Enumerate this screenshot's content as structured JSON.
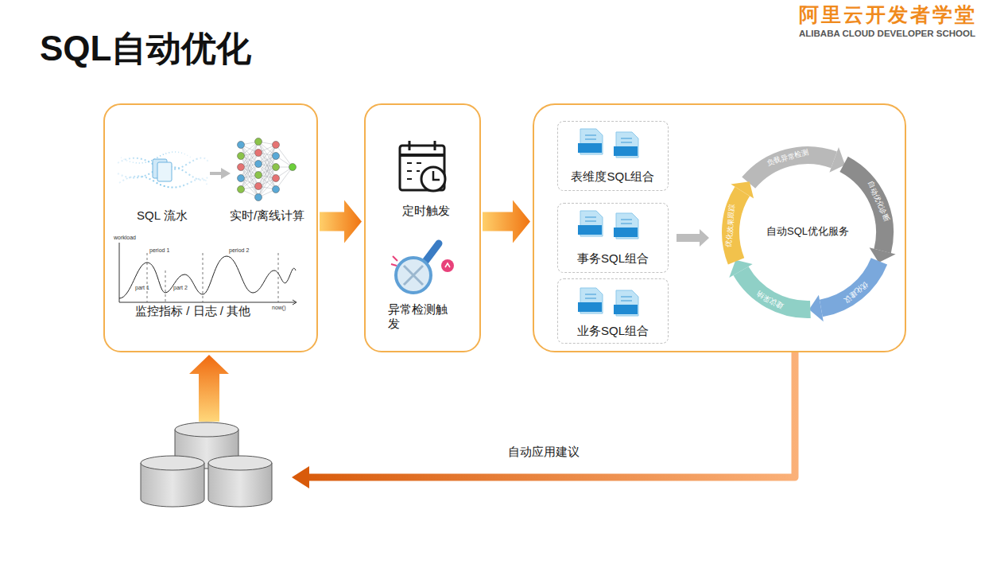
{
  "diagram": {
    "title": "SQL自动优化",
    "nodes": [
      {
        "text": [
          "SQL 流水",
          "实时/离线计算",
          "监控指标 / 日志 / 其他"
        ]
      },
      {
        "text": [
          "定时触发",
          "异常检测触发"
        ]
      },
      {
        "text": []
      },
      {
        "text": [
          "表维度SQL组合"
        ],
        "in": 2
      },
      {
        "text": [
          "事务SQL组合"
        ],
        "in": 2
      },
      {
        "text": [
          "业务SQL组合"
        ],
        "in": 2
      },
      {
        "text": [
          "自动SQL优化服务",
          "负载异常检测",
          "自动优化诊断",
          "优化建议",
          "建议采纳",
          "优化效果跟踪"
        ],
        "in": 2
      },
      {
        "text": []
      }
    ],
    "edges": [
      {
        "from": 0,
        "to": 1,
        "arrow": "to"
      },
      {
        "from": 1,
        "to": 2,
        "arrow": "to"
      },
      {
        "from": 4,
        "to": 6,
        "arrow": "to"
      },
      {
        "from": 2,
        "to": 7,
        "label": "自动应用建议",
        "arrow": "to"
      },
      {
        "from": 7,
        "to": 0,
        "arrow": "to"
      }
    ],
    "labels": [
      "阿里云开发者学堂",
      "ALIBABA CLOUD DEVELOPER SCHOOL",
      "workload",
      "period 1",
      "period 2",
      "part 1",
      "part 2",
      "now()"
    ]
  }
}
